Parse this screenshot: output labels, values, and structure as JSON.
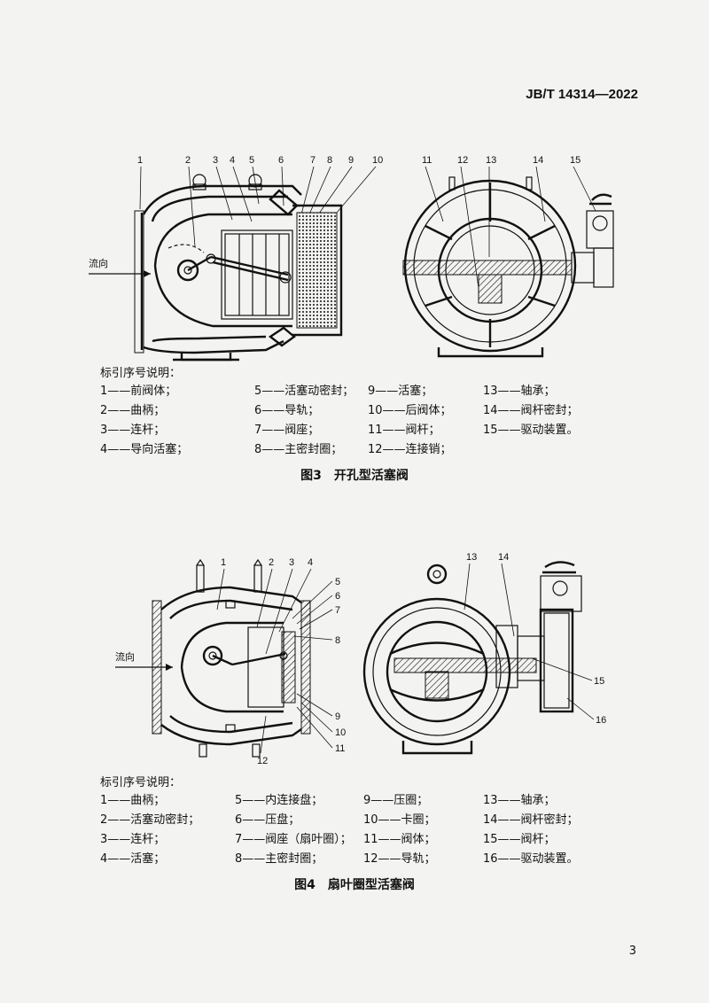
{
  "header": {
    "std_code": "JB/T 14314—2022"
  },
  "figure3": {
    "callouts": [
      "1",
      "2",
      "3",
      "4",
      "5",
      "6",
      "7",
      "8",
      "9",
      "10",
      "11",
      "12",
      "13",
      "14",
      "15"
    ],
    "flow_label": "流向",
    "legend_title": "标引序号说明：",
    "legend": [
      [
        "1——前阀体；",
        "5——活塞动密封；",
        "9——活塞；",
        "13——轴承；"
      ],
      [
        "2——曲柄；",
        "6——导轨；",
        "10——后阀体；",
        "14——阀杆密封；"
      ],
      [
        "3——连杆；",
        "7——阀座；",
        "11——阀杆；",
        "15——驱动装置。"
      ],
      [
        "4——导向活塞；",
        "8——主密封圈；",
        "12——连接销；",
        ""
      ]
    ],
    "caption": "图3　开孔型活塞阀"
  },
  "figure4": {
    "callouts": [
      "1",
      "2",
      "3",
      "4",
      "5",
      "6",
      "7",
      "8",
      "9",
      "10",
      "11",
      "12",
      "13",
      "14",
      "15",
      "16"
    ],
    "flow_label": "流向",
    "legend_title": "标引序号说明：",
    "legend": [
      [
        "1——曲柄；",
        "5——内连接盘；",
        "9——压圈；",
        "13——轴承；"
      ],
      [
        "2——活塞动密封；",
        "6——压盘；",
        "10——卡圈；",
        "14——阀杆密封；"
      ],
      [
        "3——连杆；",
        "7——阀座（扇叶圈）；",
        "11——阀体；",
        "15——阀杆；"
      ],
      [
        "4——活塞；",
        "8——主密封圈；",
        "12——导轨；",
        "16——驱动装置。"
      ]
    ],
    "caption": "图4　扇叶圈型活塞阀"
  },
  "page_number": "3"
}
